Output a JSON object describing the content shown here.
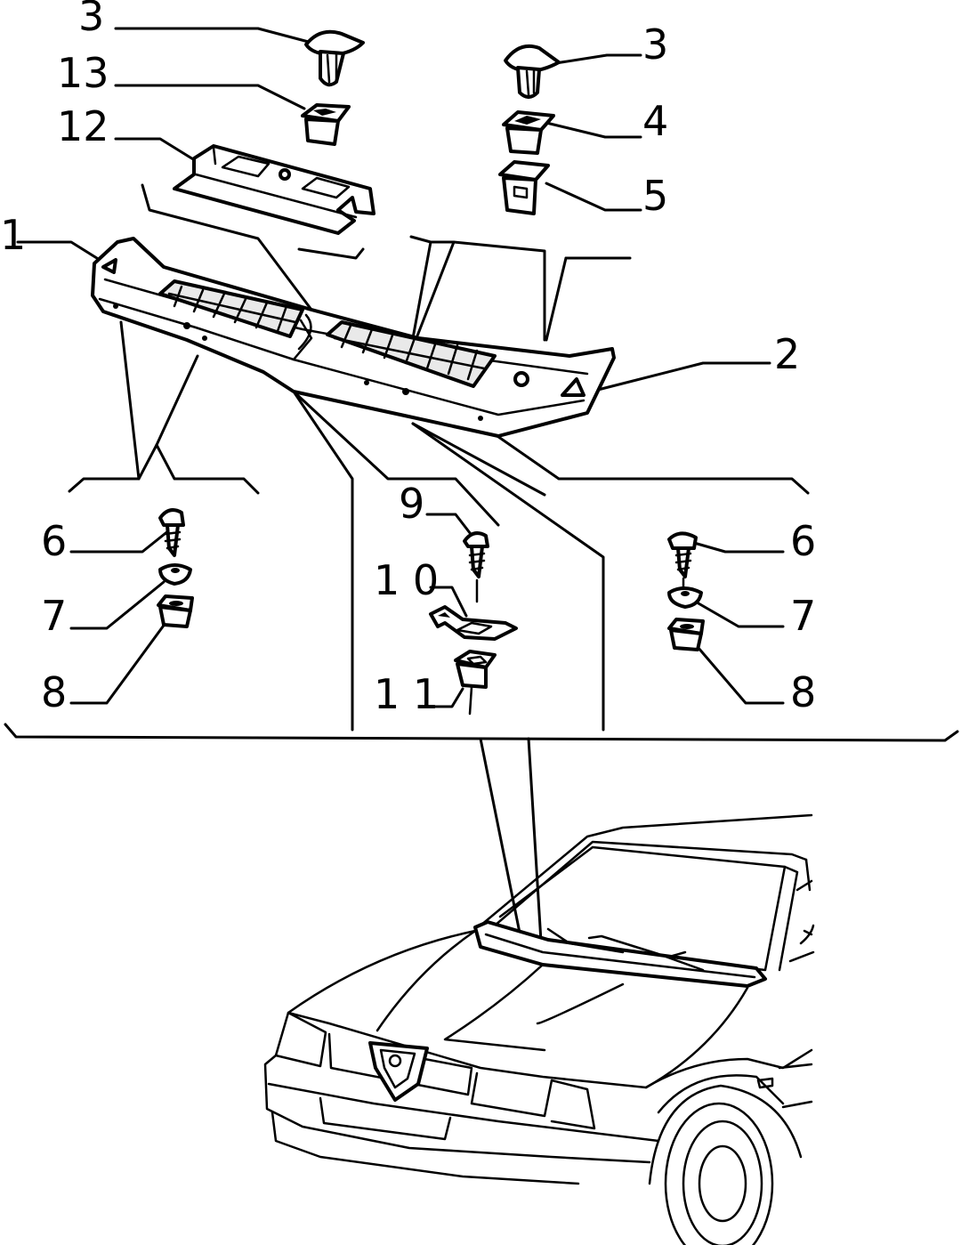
{
  "callouts": {
    "c1": "1",
    "c2": "2",
    "c3a": "3",
    "c3b": "3",
    "c4": "4",
    "c5": "5",
    "c6a": "6",
    "c6b": "6",
    "c7a": "7",
    "c7b": "7",
    "c8a": "8",
    "c8b": "8",
    "c9": "9",
    "c10": "1 0",
    "c11": "1 1",
    "c12": "12",
    "c13": "13"
  }
}
